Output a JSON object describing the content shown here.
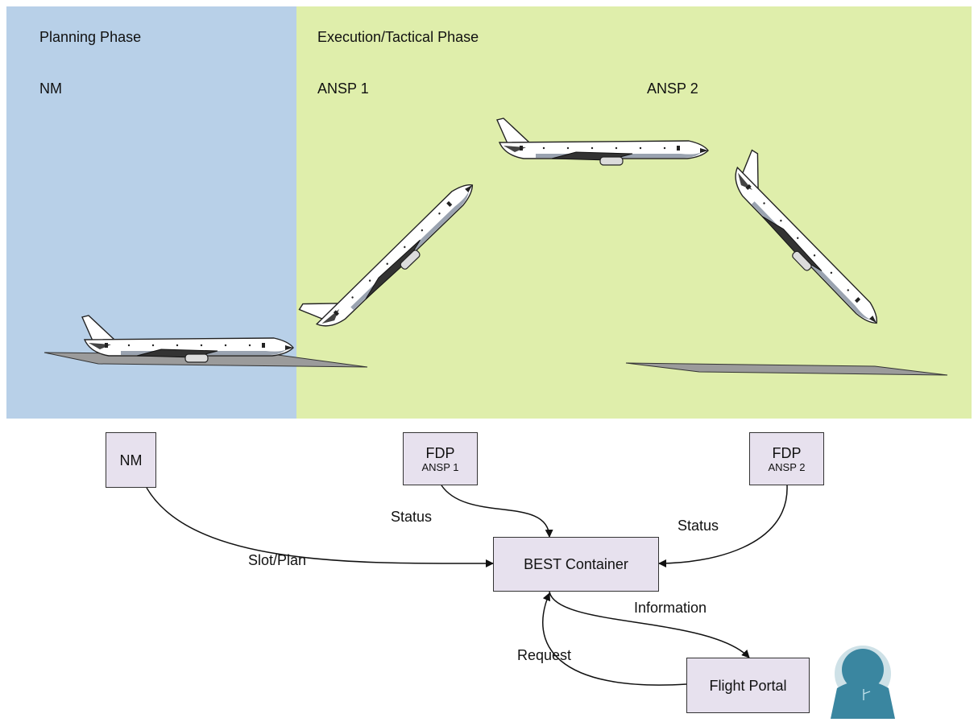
{
  "phases": {
    "planning": {
      "title": "Planning Phase",
      "actor": "NM"
    },
    "execution": {
      "title": "Execution/Tactical Phase",
      "actor1": "ANSP 1",
      "actor2": "ANSP 2"
    }
  },
  "nodes": {
    "nm": {
      "label": "NM"
    },
    "fdp1": {
      "label": "FDP",
      "sub": "ANSP 1"
    },
    "fdp2": {
      "label": "FDP",
      "sub": "ANSP 2"
    },
    "container": {
      "label": "BEST Container"
    },
    "portal": {
      "label": "Flight Portal"
    }
  },
  "edges": {
    "status1": "Status",
    "status2": "Status",
    "slot_plan": "Slot/Plan",
    "information": "Information",
    "request": "Request"
  },
  "colors": {
    "planning_bg": "#b8d0e8",
    "execution_bg": "#dfeeab",
    "node_fill": "#e7e1ee",
    "user_icon": "#3a86a0"
  }
}
